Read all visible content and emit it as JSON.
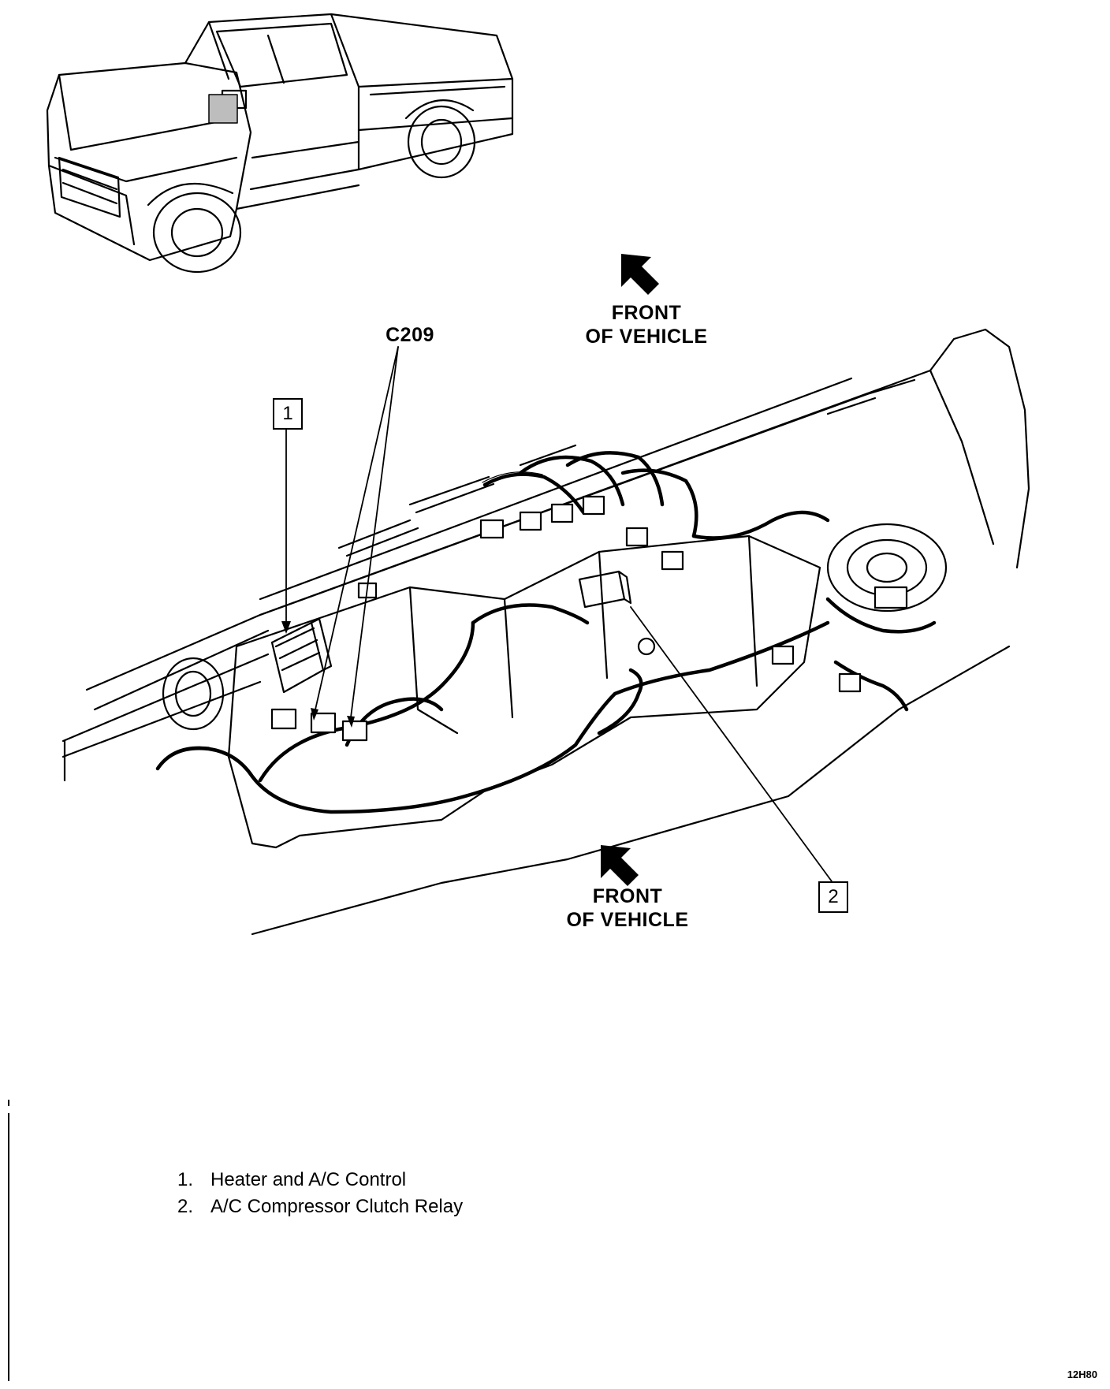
{
  "connector_label": "C209",
  "front_labels": [
    {
      "line1": "FRONT",
      "line2": "OF VEHICLE"
    },
    {
      "line1": "FRONT",
      "line2": "OF VEHICLE"
    }
  ],
  "callouts": [
    {
      "number": "1",
      "text": "Heater and A/C Control"
    },
    {
      "number": "2",
      "text": "A/C Compressor Clutch Relay"
    }
  ],
  "legend": [
    {
      "number": "1.",
      "text": "Heater and A/C Control"
    },
    {
      "number": "2.",
      "text": "A/C Compressor Clutch Relay"
    }
  ],
  "figure_code": "12H80",
  "icons": [
    "pickup-truck-icon",
    "front-arrow-icon",
    "heater-ac-control-icon",
    "relay-icon",
    "wiring-harness-icon"
  ]
}
